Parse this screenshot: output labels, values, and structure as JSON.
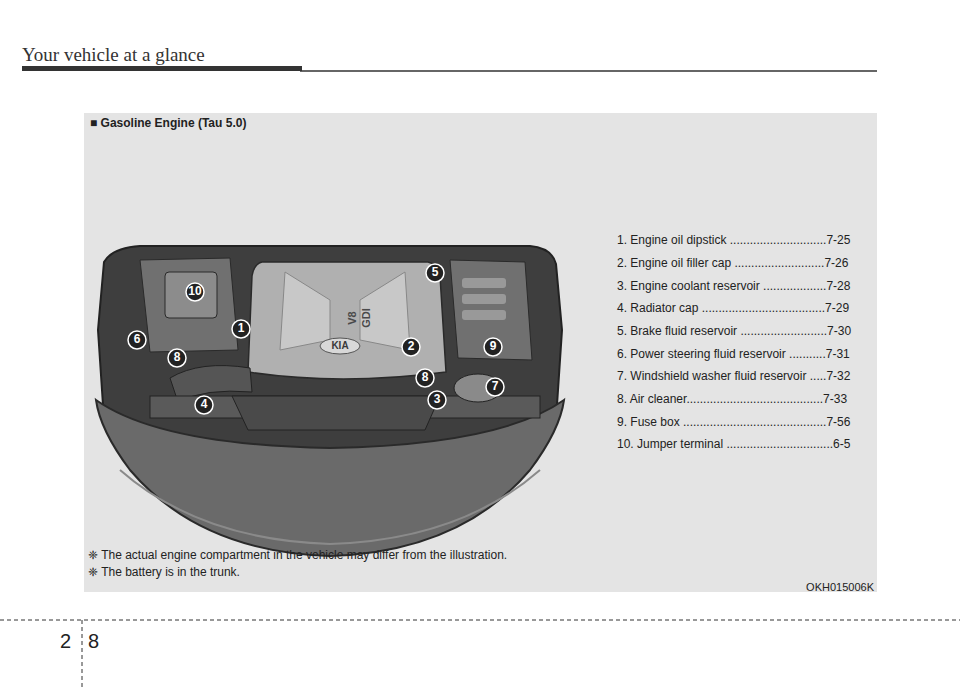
{
  "diagram": {
    "title": "Your vehicle at a glance",
    "labels": [
      "■ Gasoline Engine (Tau 5.0)",
      "1. Engine oil dipstick .............................7-25",
      "2. Engine oil filler cap ...........................7-26",
      "3. Engine coolant reservoir ...................7-28",
      "4. Radiator cap .....................................7-29",
      "5. Brake fluid reservoir ..........................7-30",
      "6. Power steering fluid reservoir ...........7-31",
      "7. Windshield washer fluid reservoir .....7-32",
      "8. Air cleaner.........................................7-33",
      "9. Fuse box ...........................................7-56",
      "10. Jumper terminal ................................6-5",
      "❈ The actual engine compartment in the vehicle may differ from the illustration.",
      "❈ The battery is in the trunk.",
      "OKH015006K",
      "2",
      "8",
      "10",
      "1",
      "6",
      "8",
      "2",
      "5",
      "9",
      "8",
      "7",
      "4",
      "3",
      "V8",
      "GDI",
      "KIA"
    ]
  }
}
